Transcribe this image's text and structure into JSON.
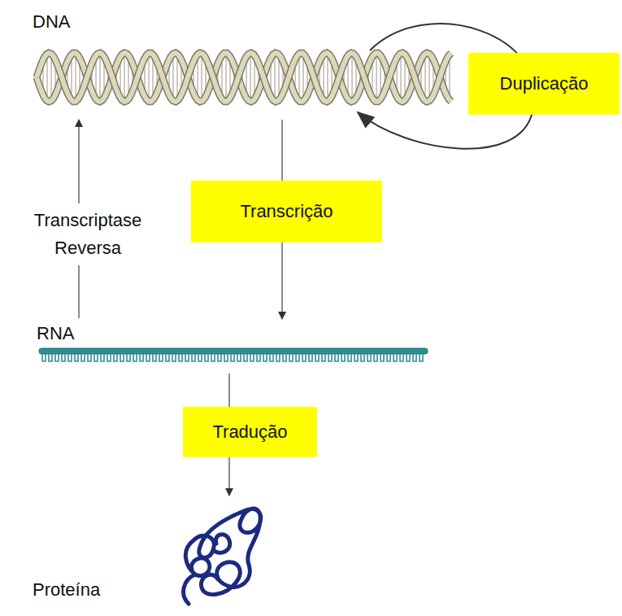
{
  "diagram": {
    "nodes": [
      {
        "text": [
          "DNA"
        ]
      },
      {
        "text": [
          "RNA"
        ]
      },
      {
        "text": [
          "Proteína"
        ]
      }
    ],
    "edges": [
      {
        "from": 0,
        "to": 0,
        "arrow": "to",
        "label": "Duplicação"
      },
      {
        "from": 0,
        "to": 1,
        "arrow": "to",
        "label": "Transcrição"
      },
      {
        "from": 1,
        "to": 0,
        "arrow": "to",
        "label": "Transcriptase Reversa"
      },
      {
        "from": 1,
        "to": 2,
        "arrow": "to",
        "label": "Tradução"
      }
    ]
  }
}
